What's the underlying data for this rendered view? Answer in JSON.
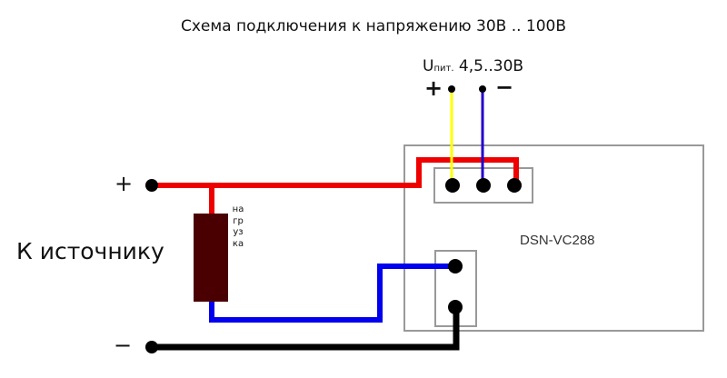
{
  "title": "Схема подключения к напряжению 30В .. 100В",
  "supply": {
    "label_main": "U",
    "label_sub": "пит.",
    "label_range": " 4,5..30В",
    "plus": "+",
    "minus": "−"
  },
  "source": {
    "label": "К источнику",
    "plus": "+",
    "minus": "−"
  },
  "load": {
    "label": "нагрузка"
  },
  "module": {
    "name": "DSN-VC288"
  },
  "colors": {
    "positive_wire": "#ee0000",
    "negative_wire": "#000000",
    "load_return_wire": "#0000ee",
    "supply_plus_wire": "#ffff00",
    "supply_minus_wire": "#2200cc",
    "load_body": "#4a0000",
    "module_outline": "#999999"
  }
}
